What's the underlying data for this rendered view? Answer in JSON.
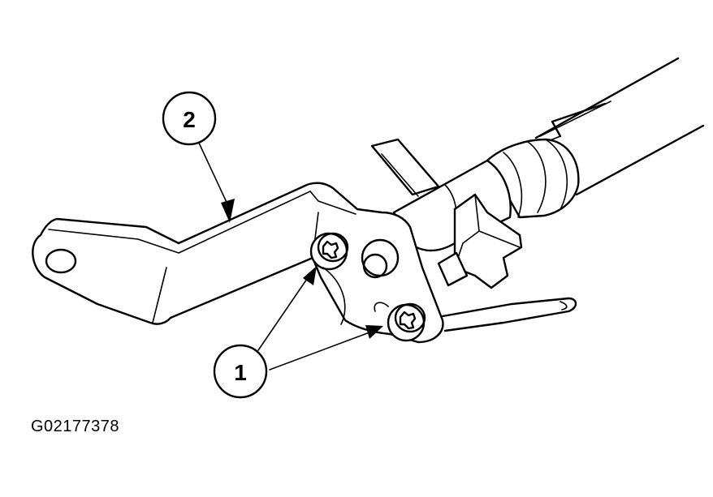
{
  "callouts": {
    "fasteners": "1",
    "bracket": "2"
  },
  "figure_id": "G02177378"
}
